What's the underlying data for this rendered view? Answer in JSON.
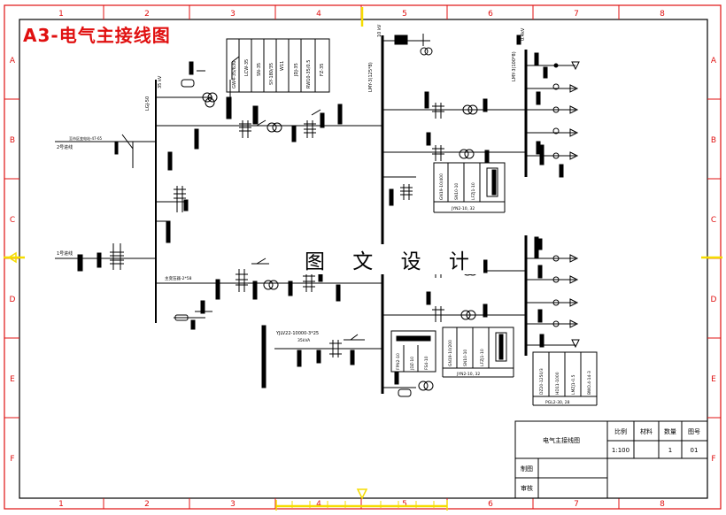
{
  "title": "A3-电气主接线图",
  "watermark": "图 文 设 计",
  "frame": {
    "cols": [
      "1",
      "2",
      "3",
      "4",
      "5",
      "6",
      "7",
      "8"
    ],
    "rows": [
      "A",
      "B",
      "C",
      "D",
      "E",
      "F"
    ]
  },
  "labels": {
    "v35": "35 kV",
    "v10": "10 kV",
    "v04": "0.4kV",
    "lgj": "LGJ-50",
    "in_top": "至市区变电站-47-65",
    "in_top2": "2号进线",
    "in_bot": "1号进线",
    "tr_bot": "主变压器-2*58",
    "cable": "YJLV22-10000-3*25",
    "cable2": "35kVA",
    "vbus": "LMY-3(125*8)",
    "lbus": "LMY-3(100*8)",
    "j_up": "JYN2-10, 32",
    "j_dn": "JYN2-10, 32",
    "pgl": "PGL2-30, 28"
  },
  "equipment_35": [
    "GW4-35/630",
    "LCW-35",
    "SN-35",
    "SY-180/35",
    "W11",
    "JDJ-35",
    "RW10-35/0.5",
    "FZ-35"
  ],
  "panel_up": [
    "GN19-10/400",
    "SN10-10",
    "LFZJ1-10"
  ],
  "panel_dn": [
    "GN19-10/200",
    "SN10-10",
    "LFZJ1-10"
  ],
  "panel_e": [
    "FPN2-10",
    "JDZ-10",
    "FS4-10"
  ],
  "panel_lv": [
    "DZ20-1250/3",
    "HD11-1000",
    "LMZJ1-0.5",
    "BWO.4-14-3"
  ],
  "table": {
    "drawing_name": "电气主接线图",
    "h_scale": "比例",
    "h_material": "材料",
    "h_qty": "数量",
    "h_no": "图号",
    "scale": "1:100",
    "material": "",
    "qty": "1",
    "no": "01",
    "drafter": "制图",
    "reviewer": "审核"
  },
  "colors": {
    "frame_red": "#e01010",
    "marker_yellow": "#f5dc00",
    "line": "#000000"
  }
}
